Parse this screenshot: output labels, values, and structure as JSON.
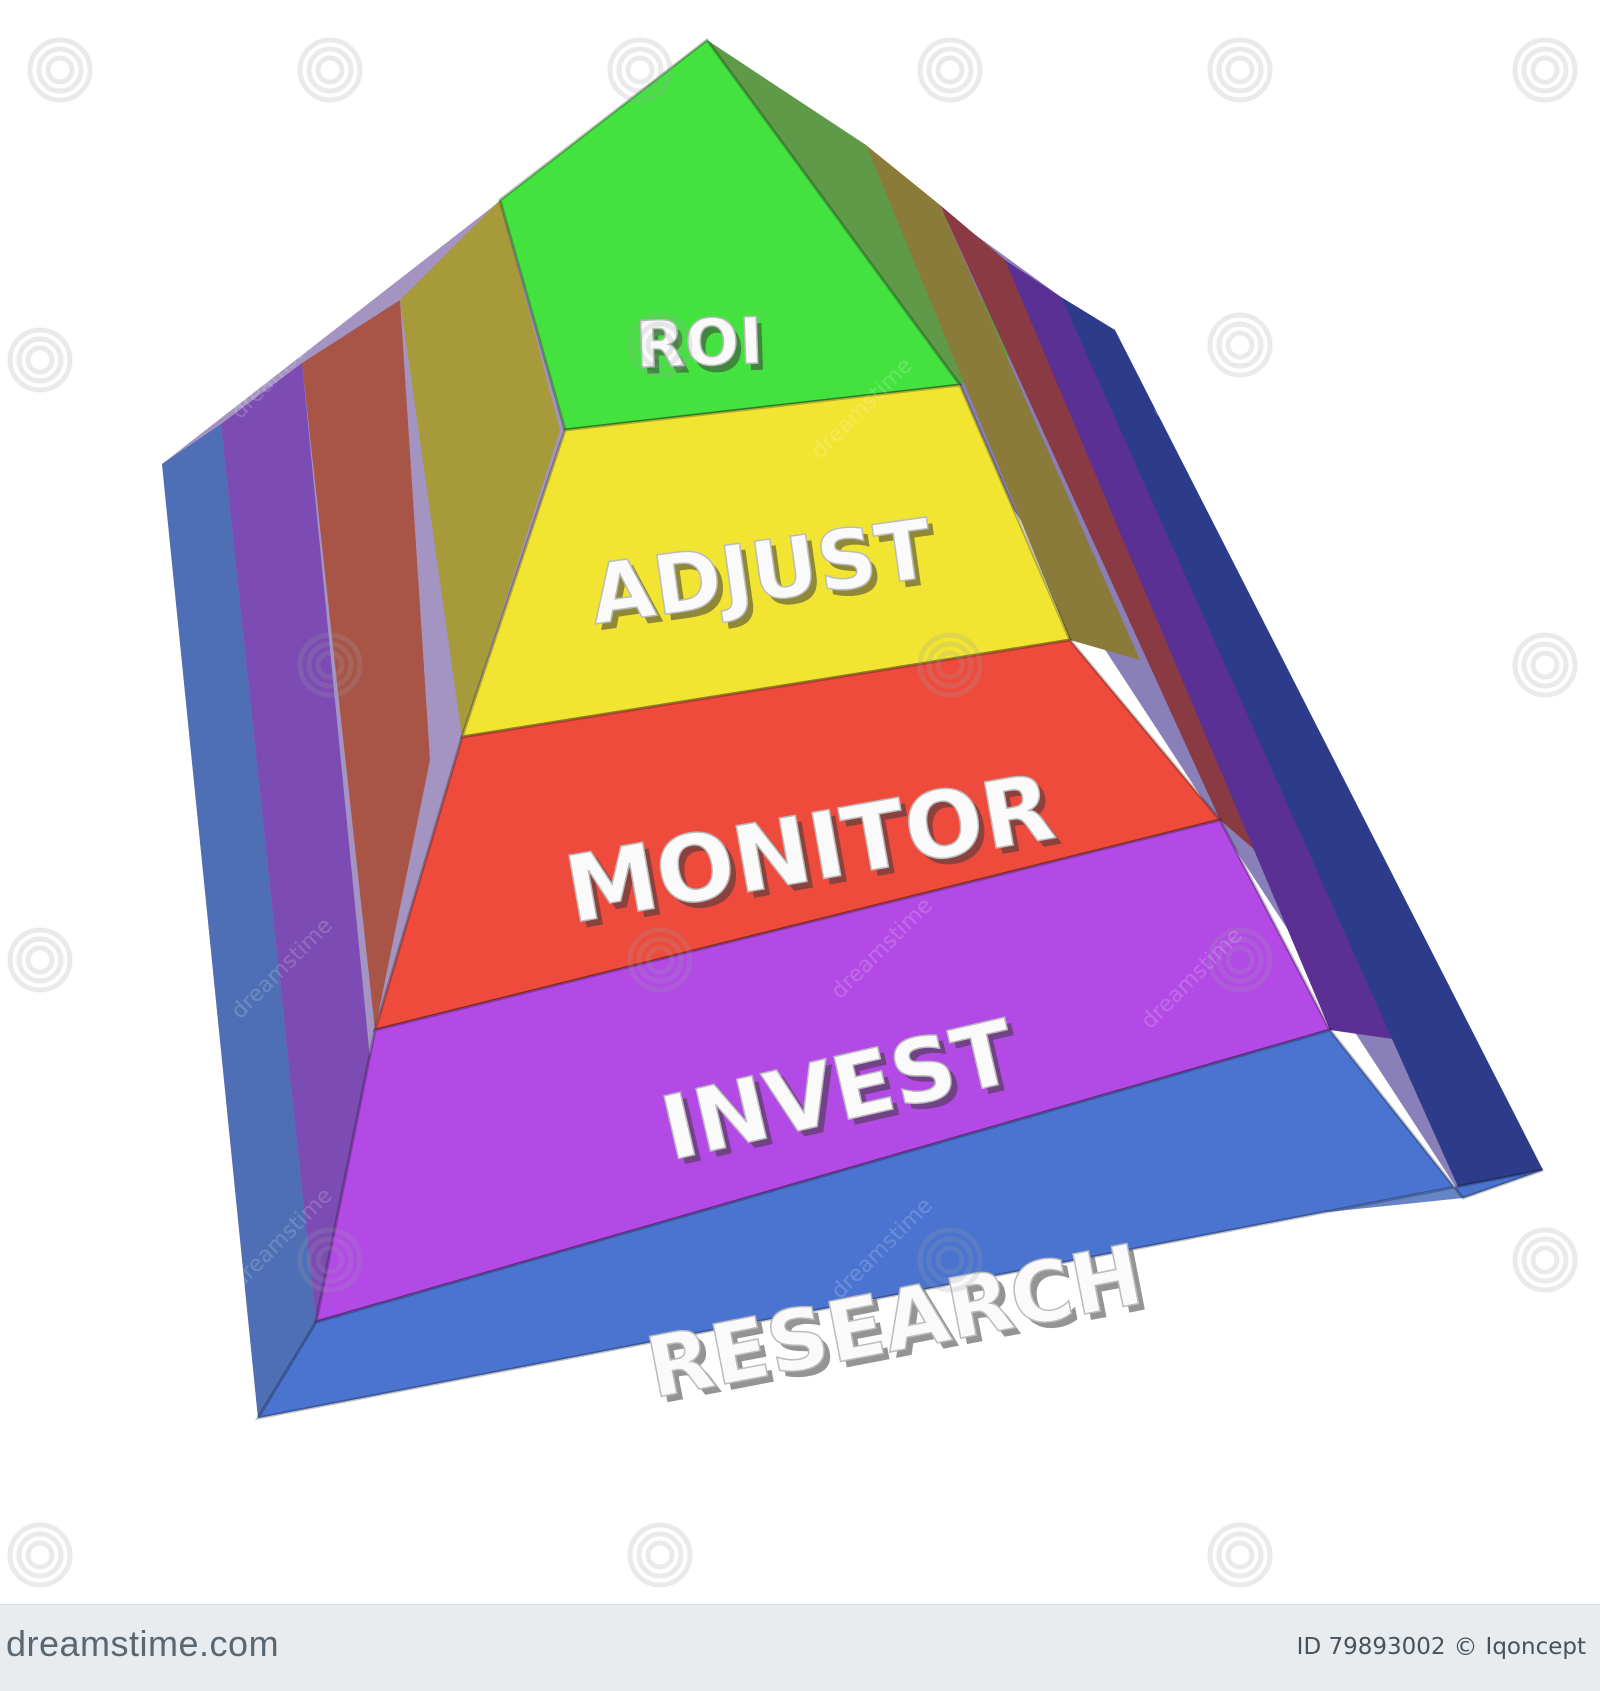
{
  "diagram": {
    "levels": [
      {
        "label": "ROI",
        "color": "#44e23f"
      },
      {
        "label": "ADJUST",
        "color": "#f2e531"
      },
      {
        "label": "MONITOR",
        "color": "#ee4b3d"
      },
      {
        "label": "INVEST",
        "color": "#b34ae6"
      },
      {
        "label": "RESEARCH",
        "color": "#4a74d0"
      }
    ]
  },
  "watermark": {
    "text": "dreamstime"
  },
  "footer": {
    "logo_text": "dreamstime.com",
    "image_id": "ID 79893002",
    "copyright_icon": "copyright-icon",
    "author": "Iqoncept"
  }
}
